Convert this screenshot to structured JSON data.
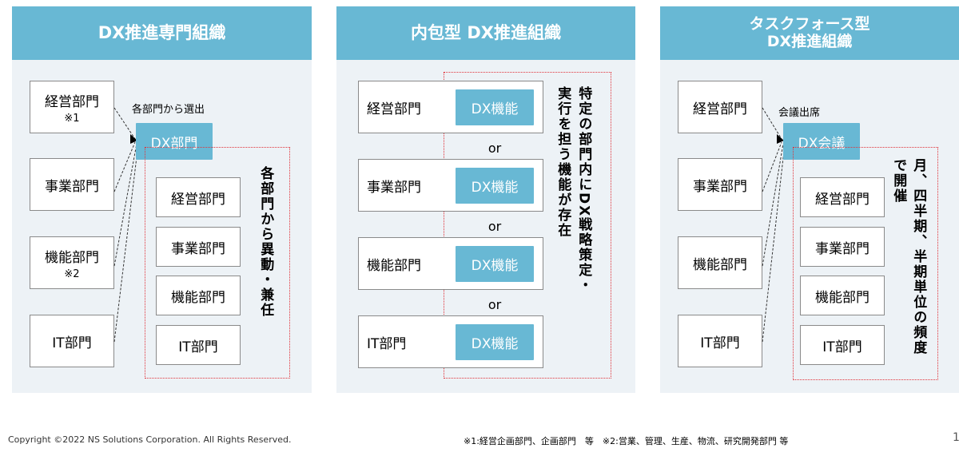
{
  "panels": [
    {
      "title": "DX推進専門組織",
      "left_boxes": [
        {
          "label": "経営部門",
          "note": "※1"
        },
        {
          "label": "事業部門",
          "note": ""
        },
        {
          "label": "機能部門",
          "note": "※2"
        },
        {
          "label": "IT部門",
          "note": ""
        }
      ],
      "connector_label": "各部門から選出",
      "hub_label": "DX部門",
      "inner_boxes": [
        "経営部門",
        "事業部門",
        "機能部門",
        "IT部門"
      ],
      "side_note": "各部門から異動・兼任"
    },
    {
      "title": "内包型 DX推進組織",
      "rows": [
        {
          "label": "経営部門",
          "function": "DX機能"
        },
        {
          "label": "事業部門",
          "function": "DX機能"
        },
        {
          "label": "機能部門",
          "function": "DX機能"
        },
        {
          "label": "IT部門",
          "function": "DX機能"
        }
      ],
      "separator": "or",
      "side_note_line1": "特定の部門内にDX戦略策定・",
      "side_note_line2": "実行を担う機能が存在"
    },
    {
      "title_line1": "タスクフォース型",
      "title_line2": "DX推進組織",
      "left_boxes": [
        {
          "label": "経営部門"
        },
        {
          "label": "事業部門"
        },
        {
          "label": "機能部門"
        },
        {
          "label": "IT部門"
        }
      ],
      "connector_label": "会議出席",
      "hub_label": "DX会議",
      "inner_boxes": [
        "経営部門",
        "事業部門",
        "機能部門",
        "IT部門"
      ],
      "side_note_line1": "月、四半期、半期単位の頻度",
      "side_note_line2": "で開催"
    }
  ],
  "footer": {
    "copyright": "Copyright ©2022 NS Solutions Corporation. All Rights Reserved.",
    "notes": "※1:経営企画部門、企画部門　等　※2:営業、管理、生産、物流、研究開発部門 等",
    "page_number": "1"
  },
  "colors": {
    "header_blue": "#68b8d4",
    "panel_bg": "#edf2f6",
    "dotted_red": "#e0333a"
  }
}
